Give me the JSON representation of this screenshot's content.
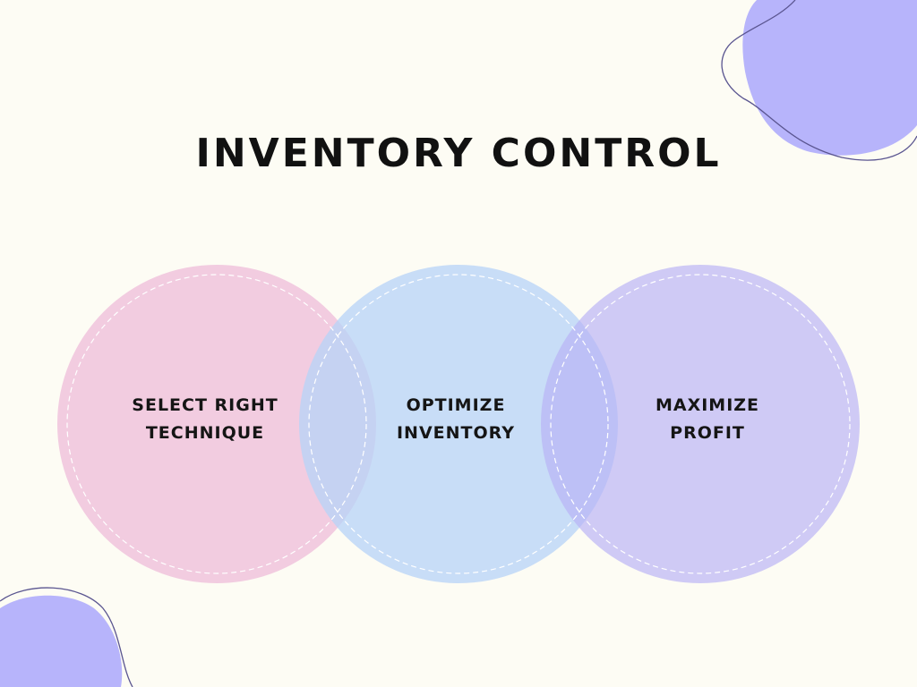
{
  "title": "INVENTORY CONTROL",
  "circles": [
    {
      "line1": "SELECT RIGHT",
      "line2": "TECHNIQUE",
      "color": "#f2cce0"
    },
    {
      "line1": "OPTIMIZE",
      "line2": "INVENTORY",
      "color": "#c3daf7"
    },
    {
      "line1": "MAXIMIZE",
      "line2": "PROFIT",
      "color": "#c9c5f5"
    }
  ],
  "accent": "#b7b4fb"
}
